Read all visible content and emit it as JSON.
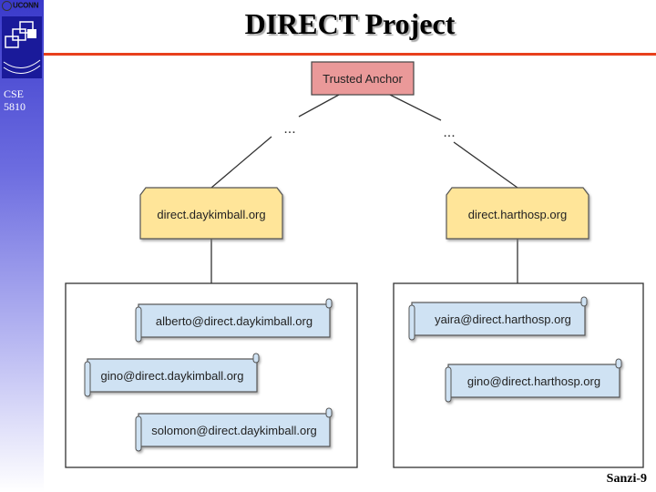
{
  "header": {
    "brand": "UCONN",
    "course": "CSE 5810",
    "title": "DIRECT Project"
  },
  "diagram": {
    "anchor": "Trusted Anchor",
    "ellipsis_left": "...",
    "ellipsis_right": "...",
    "domains": [
      {
        "name": "direct.daykimball.org",
        "addresses": [
          "alberto@direct.daykimball.org",
          "gino@direct.daykimball.org",
          "solomon@direct.daykimball.org"
        ]
      },
      {
        "name": "direct.harthosp.org",
        "addresses": [
          "yaira@direct.harthosp.org",
          "gino@direct.harthosp.org"
        ]
      }
    ]
  },
  "footer": {
    "slide_number": "Sanzi-9"
  },
  "colors": {
    "anchor_fill": "#ea9999",
    "domain_fill": "#ffe599",
    "address_fill": "#cfe2f3",
    "title_rule": "#e8401c",
    "sidebar": "#3a3acb"
  }
}
